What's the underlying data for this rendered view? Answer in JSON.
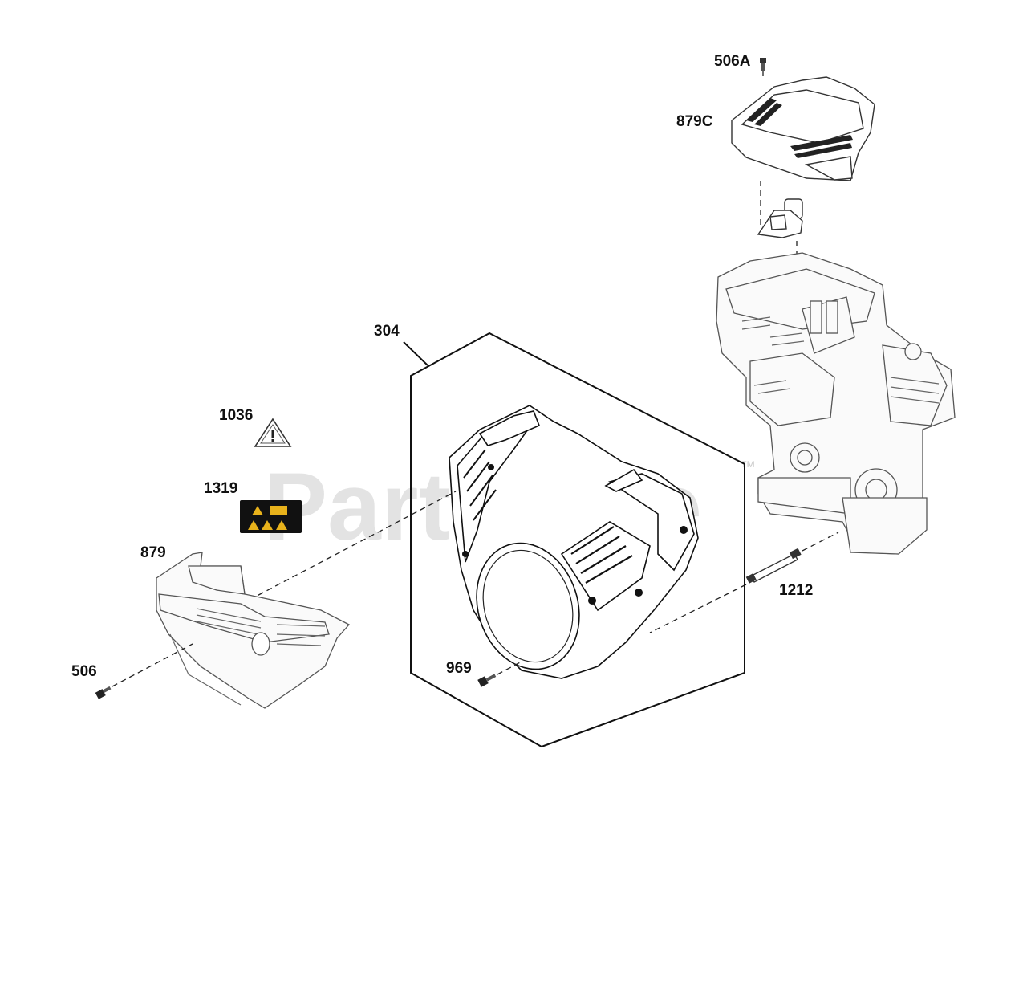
{
  "diagram": {
    "watermark": "PartsTree",
    "watermark_tm": "™",
    "callouts": {
      "c506A": "506A",
      "c879C": "879C",
      "c304": "304",
      "c1036": "1036",
      "c1319": "1319",
      "c879": "879",
      "c506": "506",
      "c969": "969",
      "c1212": "1212"
    },
    "colors": {
      "label_background": "#111111",
      "label_warning_yellow": "#e8b21b",
      "line": "#111111"
    }
  }
}
